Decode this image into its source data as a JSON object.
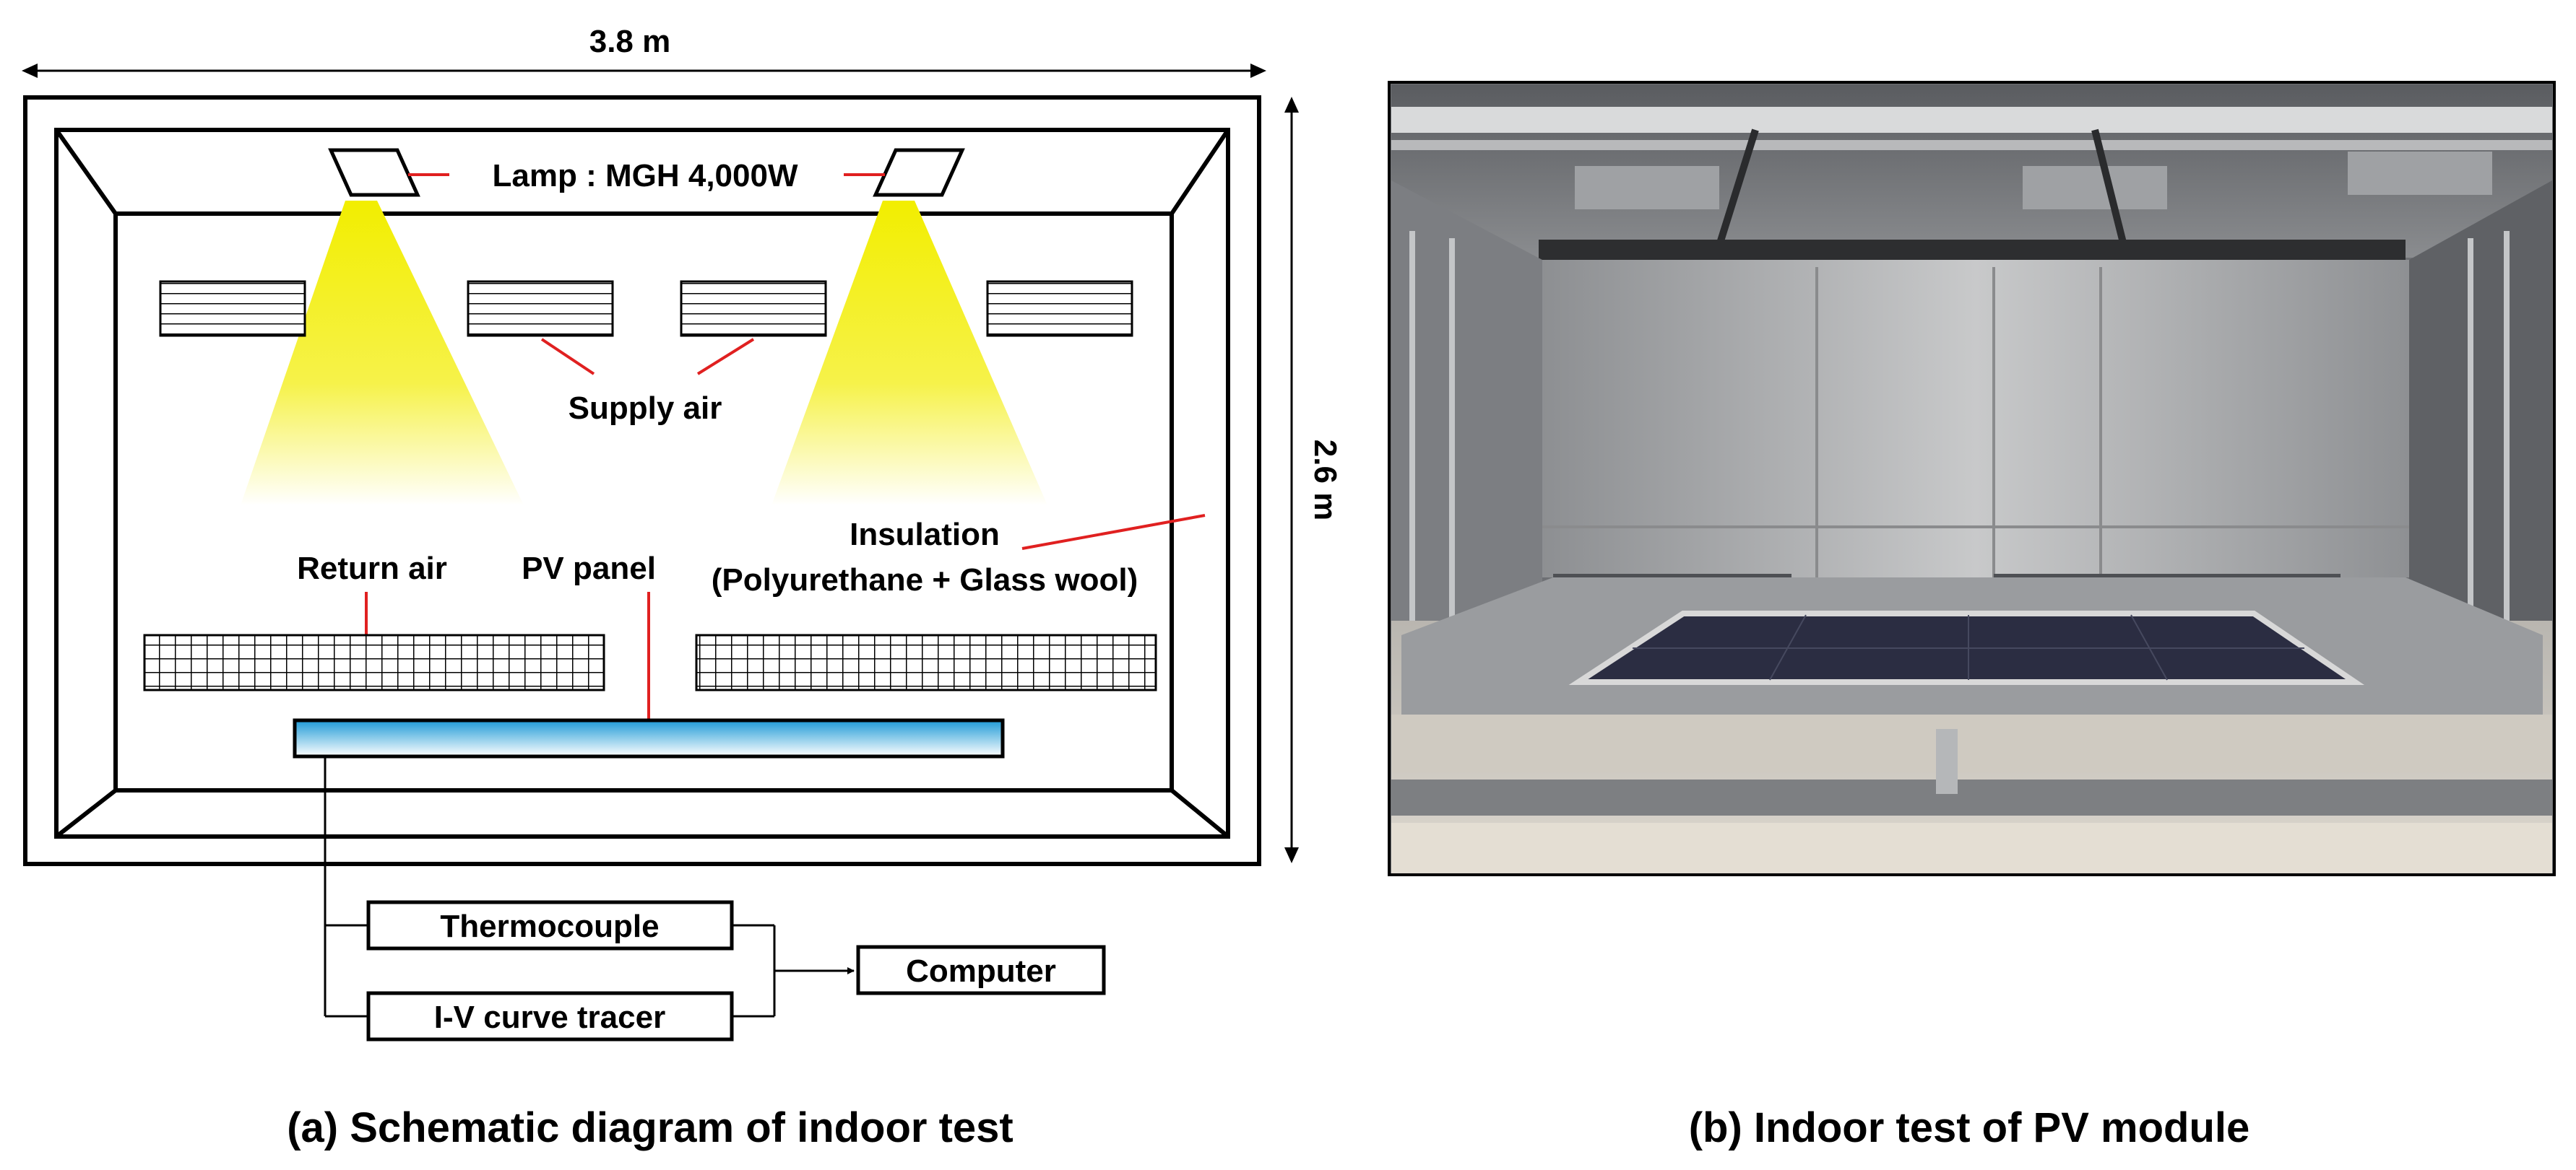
{
  "schematic": {
    "width_label": "3.8 m",
    "height_label": "2.6 m",
    "lamp_label": "Lamp : MGH 4,000W",
    "supply_air_label": "Supply air",
    "return_air_label": "Return air",
    "pv_panel_label": "PV panel",
    "insulation_label": "Insulation",
    "insulation_material_label": "(Polyurethane + Glass wool)",
    "thermocouple_label": "Thermocouple",
    "iv_tracer_label": "I-V curve tracer",
    "computer_label": "Computer",
    "caption": "(a) Schematic diagram of indoor test",
    "colors": {
      "lamp_light": "#f2ee00",
      "pv_panel": "#29a8e0"
    }
  },
  "photo": {
    "caption": "(b) Indoor test of PV module"
  }
}
